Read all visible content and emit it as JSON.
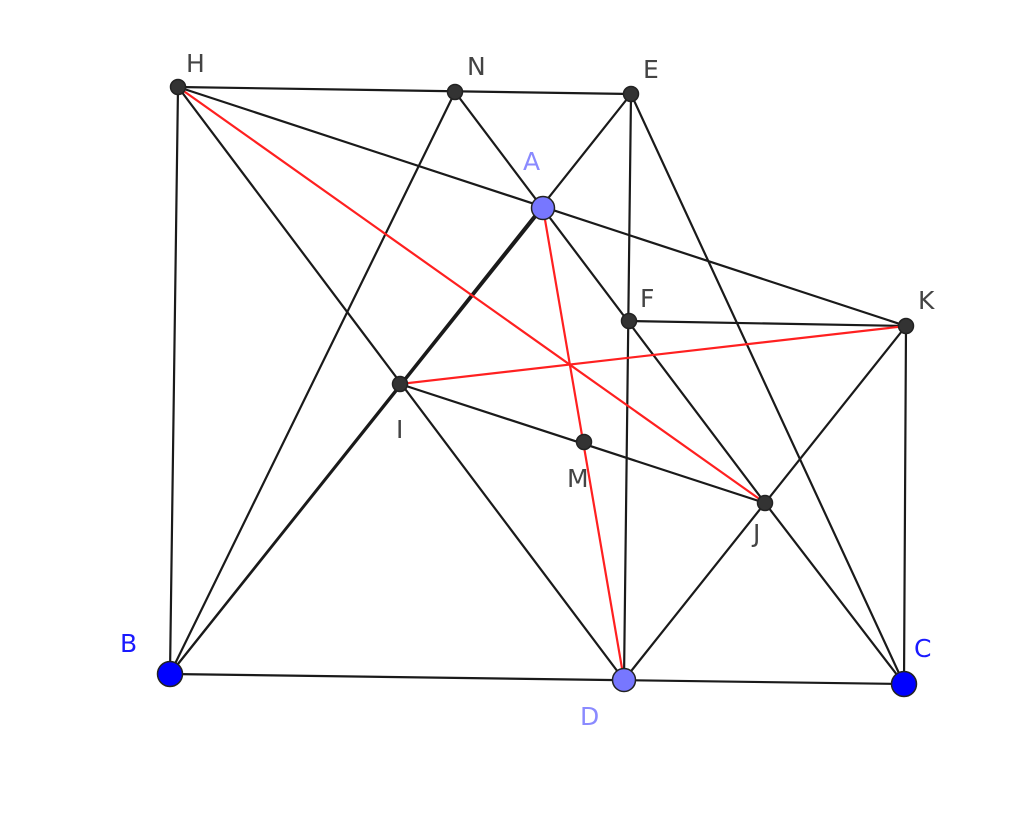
{
  "colors": {
    "background": "#ffffff",
    "segment": "#1a1a1a",
    "highlight_segment": "#ff2020",
    "auxiliary_point": "#333333",
    "auxiliary_label": "#444444",
    "free_point": "#7777ff",
    "free_label": "#8a8aff",
    "dependent_point": "#0000ff",
    "dependent_label": "#1a1aff"
  },
  "points": [
    {
      "name": "H",
      "style": "auxiliary"
    },
    {
      "name": "N",
      "style": "auxiliary"
    },
    {
      "name": "E",
      "style": "auxiliary"
    },
    {
      "name": "A",
      "style": "free"
    },
    {
      "name": "F",
      "style": "auxiliary"
    },
    {
      "name": "K",
      "style": "auxiliary"
    },
    {
      "name": "I",
      "style": "auxiliary"
    },
    {
      "name": "M",
      "style": "auxiliary"
    },
    {
      "name": "J",
      "style": "auxiliary"
    },
    {
      "name": "B",
      "style": "dependent"
    },
    {
      "name": "D",
      "style": "free"
    },
    {
      "name": "C",
      "style": "dependent"
    }
  ],
  "segments": [
    {
      "from": "H",
      "to": "E",
      "color": "segment"
    },
    {
      "from": "H",
      "to": "B",
      "color": "segment"
    },
    {
      "from": "B",
      "to": "C",
      "color": "segment"
    },
    {
      "from": "C",
      "to": "K",
      "color": "segment"
    },
    {
      "from": "H",
      "to": "K",
      "color": "segment"
    },
    {
      "from": "H",
      "to": "D",
      "color": "segment"
    },
    {
      "from": "N",
      "to": "B",
      "color": "segment"
    },
    {
      "from": "N",
      "to": "J",
      "color": "segment"
    },
    {
      "from": "E",
      "to": "B",
      "color": "segment"
    },
    {
      "from": "E",
      "to": "D",
      "color": "segment"
    },
    {
      "from": "E",
      "to": "C",
      "color": "segment"
    },
    {
      "from": "F",
      "to": "K",
      "color": "segment"
    },
    {
      "from": "I",
      "to": "J",
      "color": "segment"
    },
    {
      "from": "K",
      "to": "D",
      "color": "segment"
    },
    {
      "from": "J",
      "to": "C",
      "color": "segment"
    },
    {
      "from": "B",
      "to": "A",
      "color": "segment"
    },
    {
      "from": "H",
      "to": "J",
      "color": "highlight_segment"
    },
    {
      "from": "I",
      "to": "K",
      "color": "highlight_segment"
    },
    {
      "from": "A",
      "to": "D",
      "color": "highlight_segment"
    }
  ]
}
